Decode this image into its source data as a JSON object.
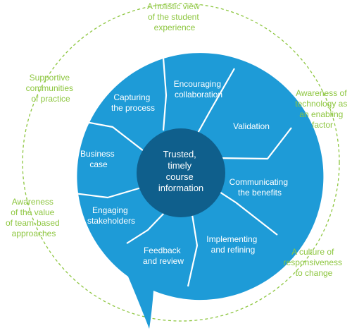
{
  "colors": {
    "blue": "#1e9bd7",
    "center": "#0f5f8c",
    "outer_text": "#8dc63f",
    "dash": "#8dc63f",
    "separator": "#ffffff"
  },
  "center": {
    "lines": [
      "Trusted,",
      "timely",
      "course",
      "information"
    ]
  },
  "segments": [
    {
      "id": "encouraging-collaboration",
      "lines": [
        "Encouraging",
        "collaboration"
      ]
    },
    {
      "id": "validation",
      "lines": [
        "Validation"
      ]
    },
    {
      "id": "communicating-the-benefits",
      "lines": [
        "Communicating",
        "the benefits"
      ]
    },
    {
      "id": "implementing-and-refining",
      "lines": [
        "Implementing",
        "and refining"
      ]
    },
    {
      "id": "feedback-and-review",
      "lines": [
        "Feedback",
        "and review"
      ]
    },
    {
      "id": "engaging-stakeholders",
      "lines": [
        "Engaging",
        "stakeholders"
      ]
    },
    {
      "id": "business-case",
      "lines": [
        "Business",
        "case"
      ]
    },
    {
      "id": "capturing-the-process",
      "lines": [
        "Capturing",
        "the process"
      ]
    }
  ],
  "outer_labels": [
    {
      "id": "holistic-view",
      "lines": [
        "A holistic view",
        "of the student",
        "experience"
      ]
    },
    {
      "id": "awareness-of-technology",
      "lines": [
        "Awareness of",
        "technology as",
        "an enabling",
        "factor"
      ]
    },
    {
      "id": "culture-of-responsiveness",
      "lines": [
        "A culture of",
        "responsiveness",
        "to change"
      ]
    },
    {
      "id": "awareness-team-based",
      "lines": [
        "Awareness",
        "of the value",
        "of team-based",
        "approaches"
      ]
    },
    {
      "id": "supportive-communities",
      "lines": [
        "Supportive",
        "communities",
        "of practice"
      ]
    }
  ]
}
